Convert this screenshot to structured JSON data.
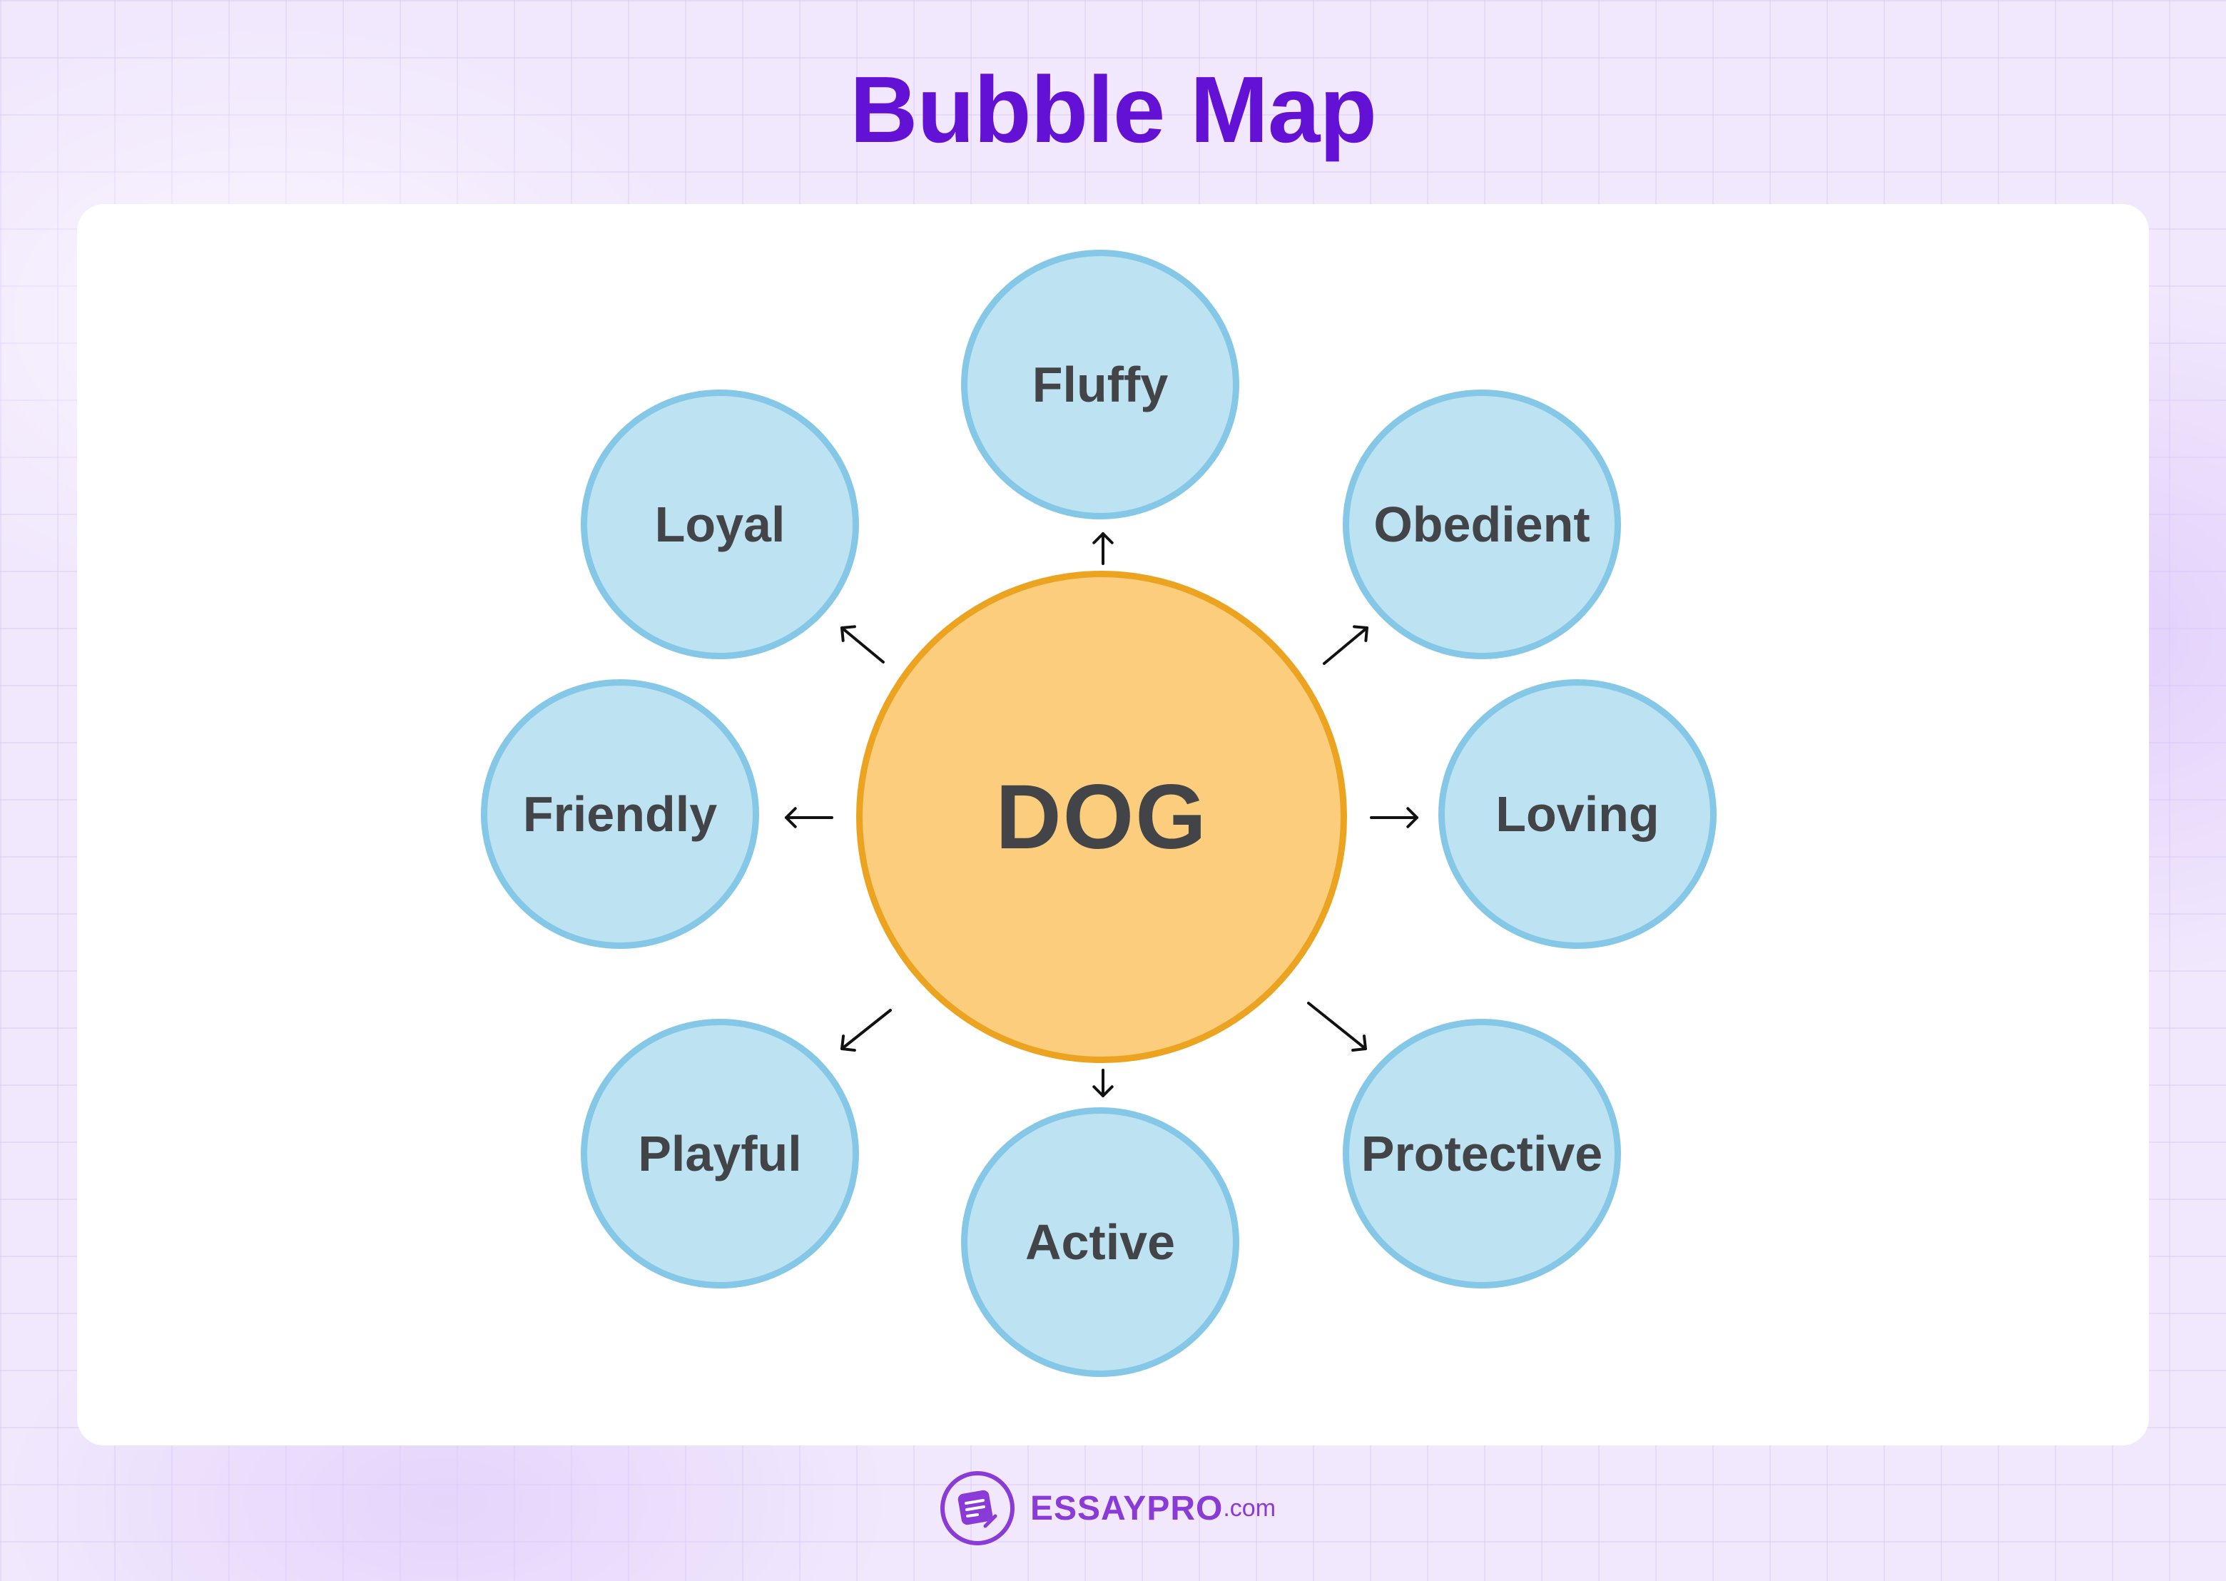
{
  "title": "Bubble Map",
  "center": {
    "label": "DOG"
  },
  "bubbles": [
    {
      "label": "Fluffy"
    },
    {
      "label": "Obedient"
    },
    {
      "label": "Loving"
    },
    {
      "label": "Protective"
    },
    {
      "label": "Active"
    },
    {
      "label": "Playful"
    },
    {
      "label": "Friendly"
    },
    {
      "label": "Loyal"
    }
  ],
  "footer": {
    "brand": "ESSAYPRO",
    "suffix": ".com"
  },
  "colors": {
    "title": "#6411d6",
    "center_fill": "#fbcd7c",
    "center_border": "#eba320",
    "bubble_fill": "#bde2f1",
    "bubble_border": "#85c7e6",
    "text": "#424448",
    "brand": "#8a3ad6"
  }
}
